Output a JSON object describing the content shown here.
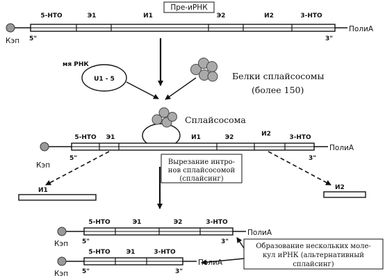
{
  "pre_mrna": {
    "title": "Пре-иРНК",
    "cap": "Кэп",
    "five": "5\"",
    "three": "3\"",
    "polya": "ПолиА",
    "segments": [
      "5-НТО",
      "Э1",
      "И1",
      "Э2",
      "И2",
      "3-НТО"
    ]
  },
  "snrna": {
    "prefix": "мя РНК",
    "label": "U1 - 5"
  },
  "proteins": {
    "line1": "Белки сплайсосомы",
    "line2": "(более 150)"
  },
  "spliceosome": {
    "label": "Сплайсосома"
  },
  "complex": {
    "cap": "Кэп",
    "five": "5\"",
    "three": "3\"",
    "polya": "ПолиА",
    "segments": [
      "5-НТО",
      "Э1",
      "И1",
      "Э2",
      "И2",
      "3-НТО"
    ]
  },
  "excision_box": {
    "line1": "Вырезание интро-",
    "line2": "нов сплайсосомой",
    "line3": "(сплайсинг)"
  },
  "excised": {
    "left": "И1",
    "right": "И2"
  },
  "mrna1": {
    "cap": "Кэп",
    "five": "5\"",
    "three": "3\"",
    "polya": "ПолиА",
    "segments": [
      "5-НТО",
      "Э1",
      "Э2",
      "3-НТО"
    ]
  },
  "mrna2": {
    "cap": "Кэп",
    "five": "5\"",
    "three": "3\"",
    "polya": "ПолиА",
    "segments": [
      "5-НТО",
      "Э1",
      "3-НТО"
    ]
  },
  "alt_box": {
    "line1": "Образование нескольких моле-",
    "line2": "кул иРНК (альтернативный",
    "line3": "сплайсинг)"
  }
}
